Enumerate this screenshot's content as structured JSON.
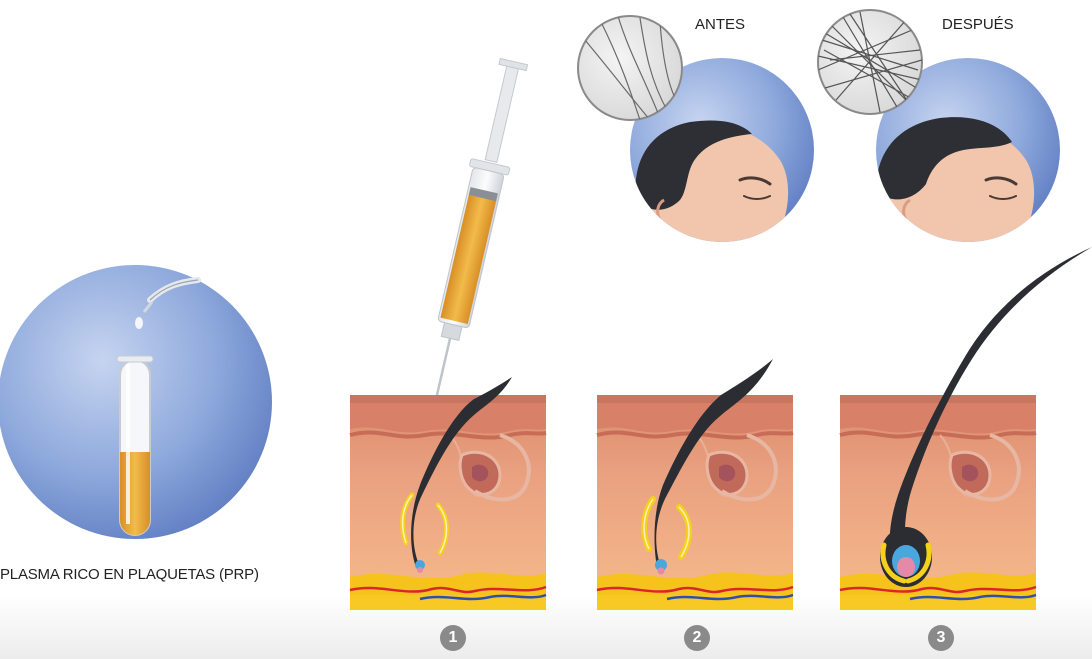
{
  "labels": {
    "prp": "PLASMA RICO EN PLAQUETAS (PRP)",
    "before": "ANTES",
    "after": "DESPUÉS"
  },
  "steps": [
    "1",
    "2",
    "3"
  ],
  "colors": {
    "sphere": "#7f9fd6",
    "skin_top": "#e49a7a",
    "skin_bottom": "#f3b58d",
    "hair": "#2b2d33",
    "plasma": "#e8a93a",
    "fat_layer": "#f5c21a",
    "vein": "#2f4fb0",
    "artery": "#d8262a",
    "badge": "#8a8a8a"
  }
}
